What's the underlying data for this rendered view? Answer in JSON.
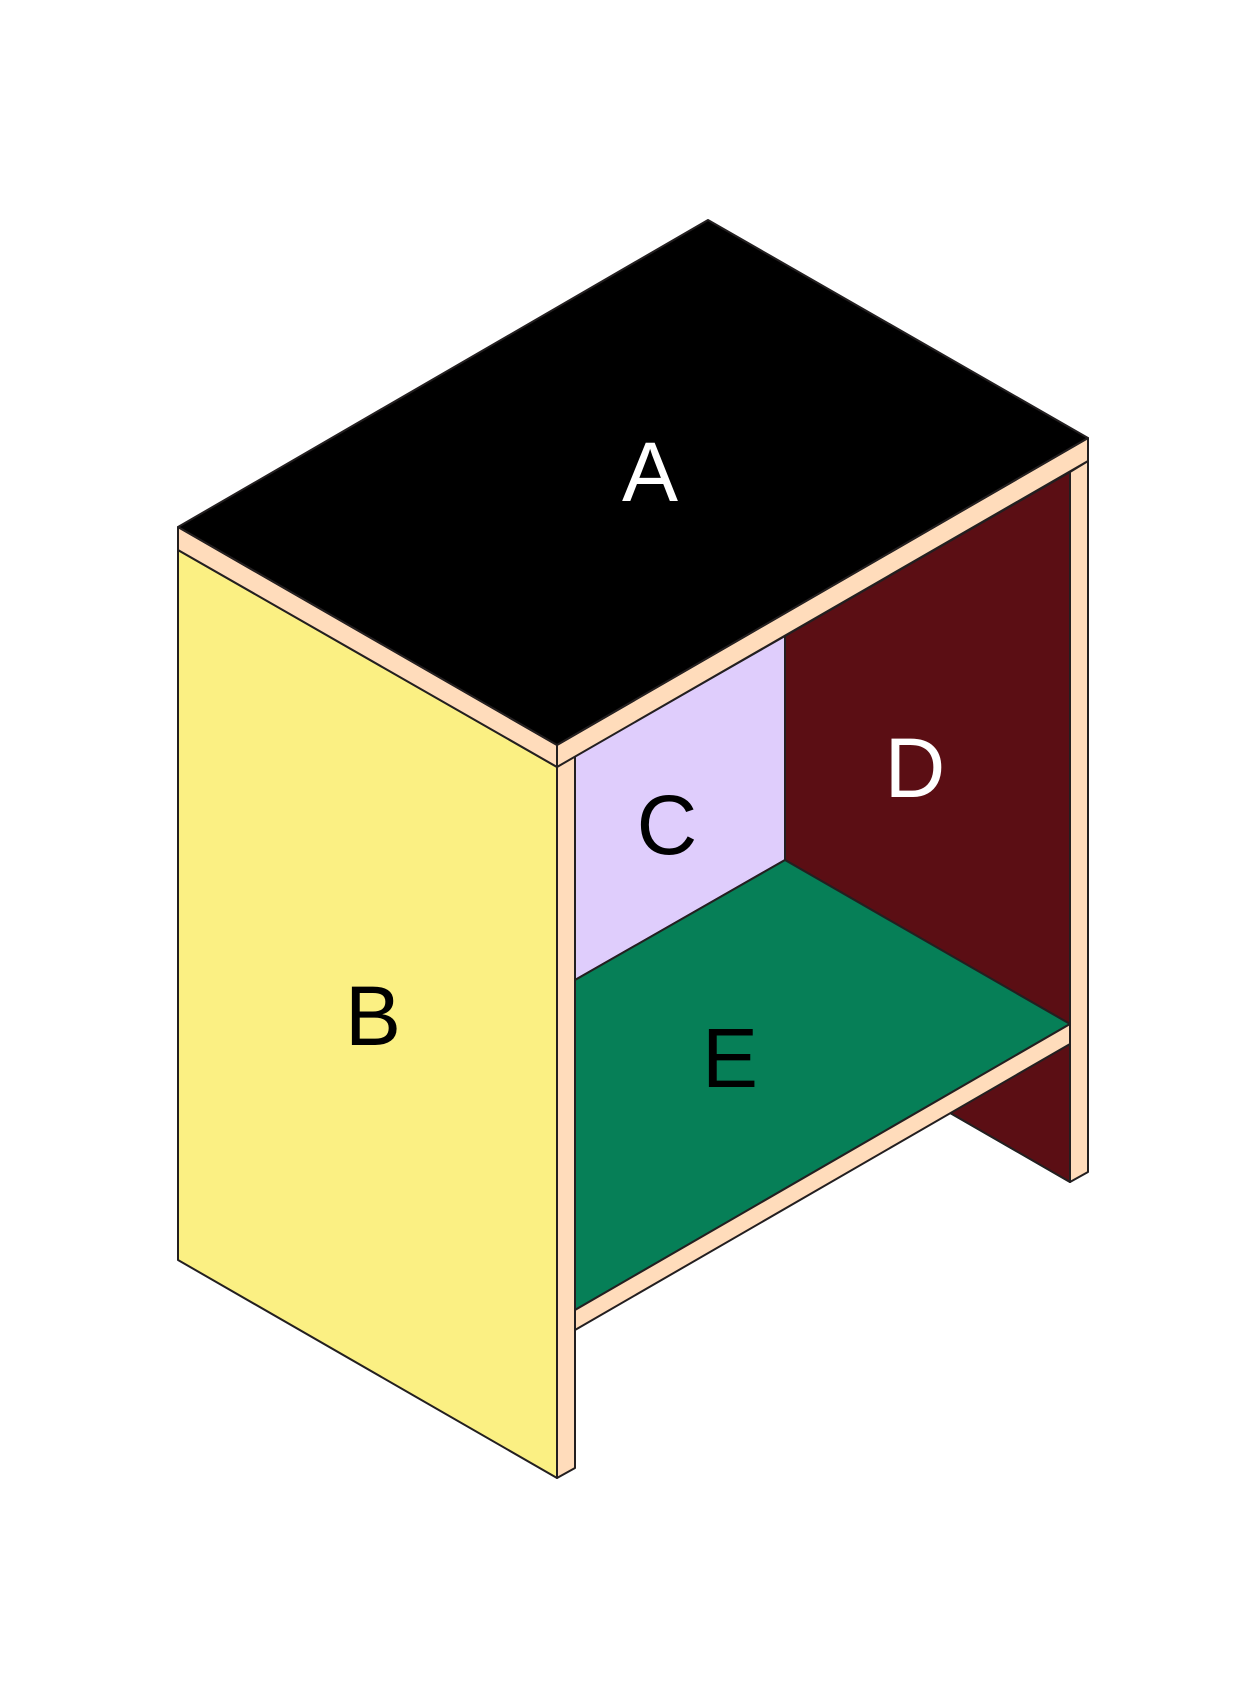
{
  "panels": {
    "top": {
      "label": "A",
      "color": "#000000",
      "text_color": "#ffffff"
    },
    "side": {
      "label": "B",
      "color": "#fbf083",
      "text_color": "#000000"
    },
    "back_left": {
      "label": "C",
      "color": "#dfcdfc",
      "text_color": "#000000"
    },
    "back_right": {
      "label": "D",
      "color": "#5b0e14",
      "text_color": "#ffffff"
    },
    "shelf": {
      "label": "E",
      "color": "#067f57",
      "text_color": "#000000"
    }
  },
  "edge_color": "#ffdcbb"
}
